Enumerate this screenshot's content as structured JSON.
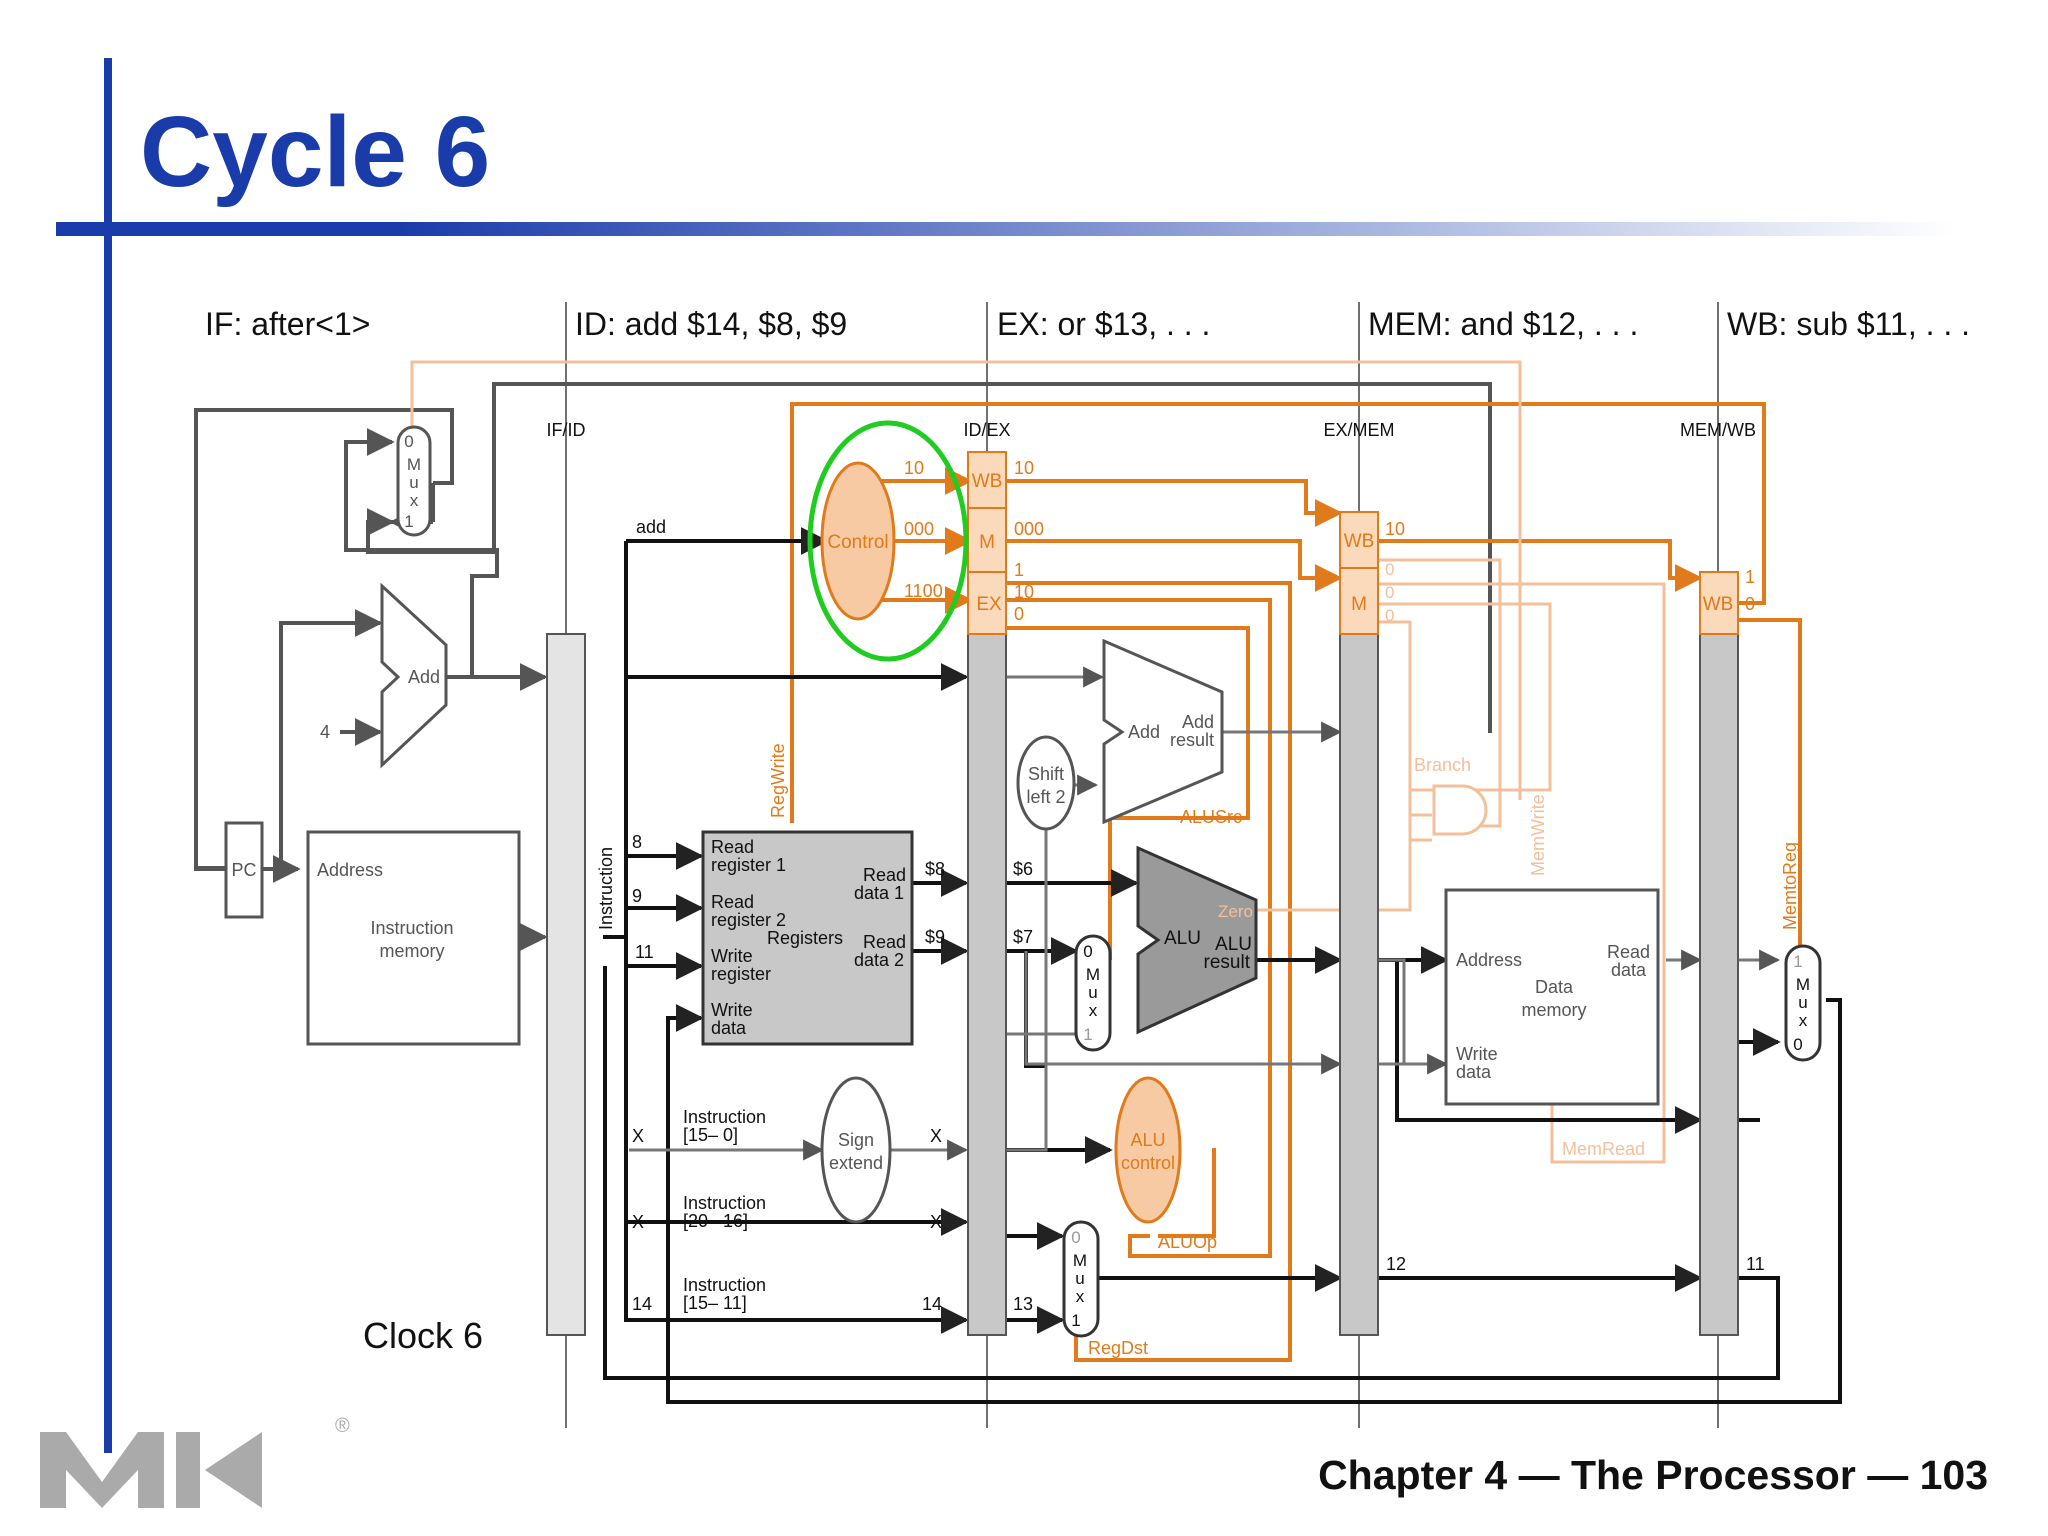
{
  "slide": {
    "title": "Cycle 6",
    "footer": "Chapter 4 — The Processor — 103",
    "clock": "Clock 6",
    "logo": "MK",
    "logo_mark": "®"
  },
  "stages": {
    "if": "IF: after<1>",
    "id": "ID: add $14, $8, $9",
    "ex": "EX: or $13, . . .",
    "mem": "MEM: and $12, . . .",
    "wb": "WB: sub $11, . . ."
  },
  "pipeline_registers": [
    "IF/ID",
    "ID/EX",
    "EX/MEM",
    "MEM/WB"
  ],
  "blocks": {
    "mux": [
      "M",
      "u",
      "x"
    ],
    "mux_top_sel": [
      "0",
      "1"
    ],
    "add": "Add",
    "pc": "PC",
    "const_four": "4",
    "imem_address": "Address",
    "imem_label": [
      "Instruction",
      "memory"
    ],
    "instruction_bus": "Instruction",
    "opcode": "add",
    "control": "Control",
    "regs": {
      "read_reg1": [
        "Read",
        "register 1"
      ],
      "read_reg2": [
        "Read",
        "register 2"
      ],
      "write_reg": [
        "Write",
        "register"
      ],
      "write_data": [
        "Write",
        "data"
      ],
      "registers": "Registers",
      "read_data1": [
        "Read",
        "data 1"
      ],
      "read_data2": [
        "Read",
        "data 2"
      ]
    },
    "sign_extend": [
      "Sign",
      "extend"
    ],
    "instr_fields": [
      [
        "Instruction",
        "[15– 0]"
      ],
      [
        "Instruction",
        "[20– 16]"
      ],
      [
        "Instruction",
        "[15– 11]"
      ]
    ],
    "shift_left": [
      "Shift",
      "left 2"
    ],
    "ex_add": "Add",
    "ex_add_result": [
      "Add",
      "result"
    ],
    "alu": "ALU",
    "alu_result": [
      "ALU",
      "result"
    ],
    "alu_control": [
      "ALU",
      "control"
    ],
    "dmem_address": "Address",
    "dmem_label": [
      "Data",
      "memory"
    ],
    "dmem_write": [
      "Write",
      "data"
    ],
    "dmem_read": [
      "Read",
      "data"
    ],
    "ctrl_wb": "WB",
    "ctrl_m": "M",
    "ctrl_ex": "EX"
  },
  "signals": {
    "reg_write": "RegWrite",
    "alu_src": "ALUSrc",
    "alu_op": "ALUOp",
    "reg_dst": "RegDst",
    "branch": "Branch",
    "mem_write": "MemWrite",
    "mem_read": "MemRead",
    "mem_to_reg": "MemtoReg",
    "zero": "Zero"
  },
  "values": {
    "ctrl_wb": "10",
    "ctrl_m": "000",
    "ctrl_ex": "1100",
    "idex_wb": "10",
    "idex_m": "000",
    "idex_ex": [
      "1",
      "10",
      "0"
    ],
    "exmem_wb": "10",
    "exmem_m": [
      "0",
      "0",
      "0"
    ],
    "memwb_wb": [
      "1",
      "0"
    ],
    "rs": "8",
    "rt": "9",
    "rd_bits": "11",
    "reg8": "$8",
    "reg9": "$9",
    "reg6": "$6",
    "reg7": "$7",
    "sign_in": "X",
    "sign_out": "X",
    "rt_in": "X",
    "rt_out": "X",
    "rd_in": "14",
    "rd_out": "14",
    "ex_dest": "13",
    "mem_dest": "12",
    "wb_dest": "11",
    "alu_mux_sel": [
      "0",
      "1"
    ],
    "regdst_mux_sel": [
      "0",
      "1"
    ],
    "wb_mux_sel": [
      "1",
      "0"
    ]
  },
  "colors": {
    "title_blue": "#1a3caa",
    "wire": "#4a4a4a",
    "wire_black": "#000000",
    "control_orange": "#e07a1a",
    "control_light": "#f2c09a",
    "control_fill": "#f7caa3",
    "highlight_green": "#1fcc1f",
    "reg_gray": "#c8c8c8"
  }
}
